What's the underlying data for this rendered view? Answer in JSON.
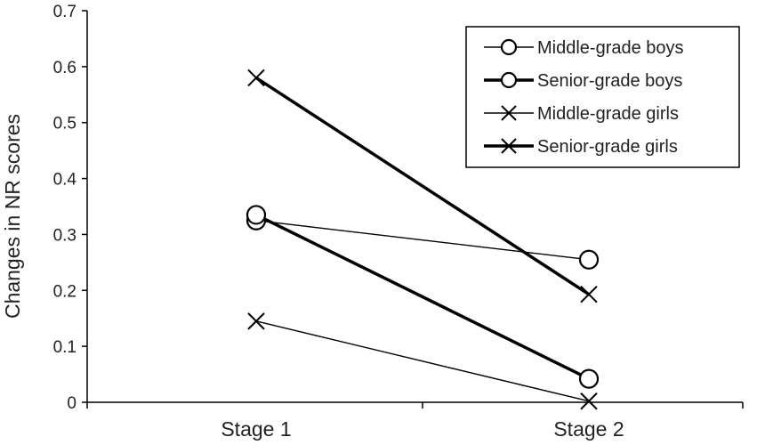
{
  "chart_data": {
    "type": "line",
    "title": "",
    "xlabel": "",
    "ylabel": "Changes in NR scores",
    "categories": [
      "Stage 1",
      "Stage 2"
    ],
    "ylim": [
      0,
      0.7
    ],
    "yticks": [
      0,
      0.1,
      0.2,
      0.3,
      0.4,
      0.5,
      0.6,
      0.7
    ],
    "ytick_labels": [
      "0",
      "0.1",
      "0.2",
      "0.3",
      "0.4",
      "0.5",
      "0.6",
      "0.7"
    ],
    "grid": false,
    "legend": "top-right",
    "series": [
      {
        "name": "Middle-grade boys",
        "values": [
          0.325,
          0.255
        ],
        "marker": "circle",
        "weight": "thin"
      },
      {
        "name": "Senior-grade boys",
        "values": [
          0.335,
          0.042
        ],
        "marker": "circle",
        "weight": "thick"
      },
      {
        "name": "Middle-grade girls",
        "values": [
          0.145,
          0.002
        ],
        "marker": "x",
        "weight": "thin"
      },
      {
        "name": "Senior-grade girls",
        "values": [
          0.58,
          0.193
        ],
        "marker": "x",
        "weight": "thick"
      }
    ],
    "colors": {
      "line": "#000000",
      "axis": "#000000",
      "legend_border": "#000000"
    }
  }
}
